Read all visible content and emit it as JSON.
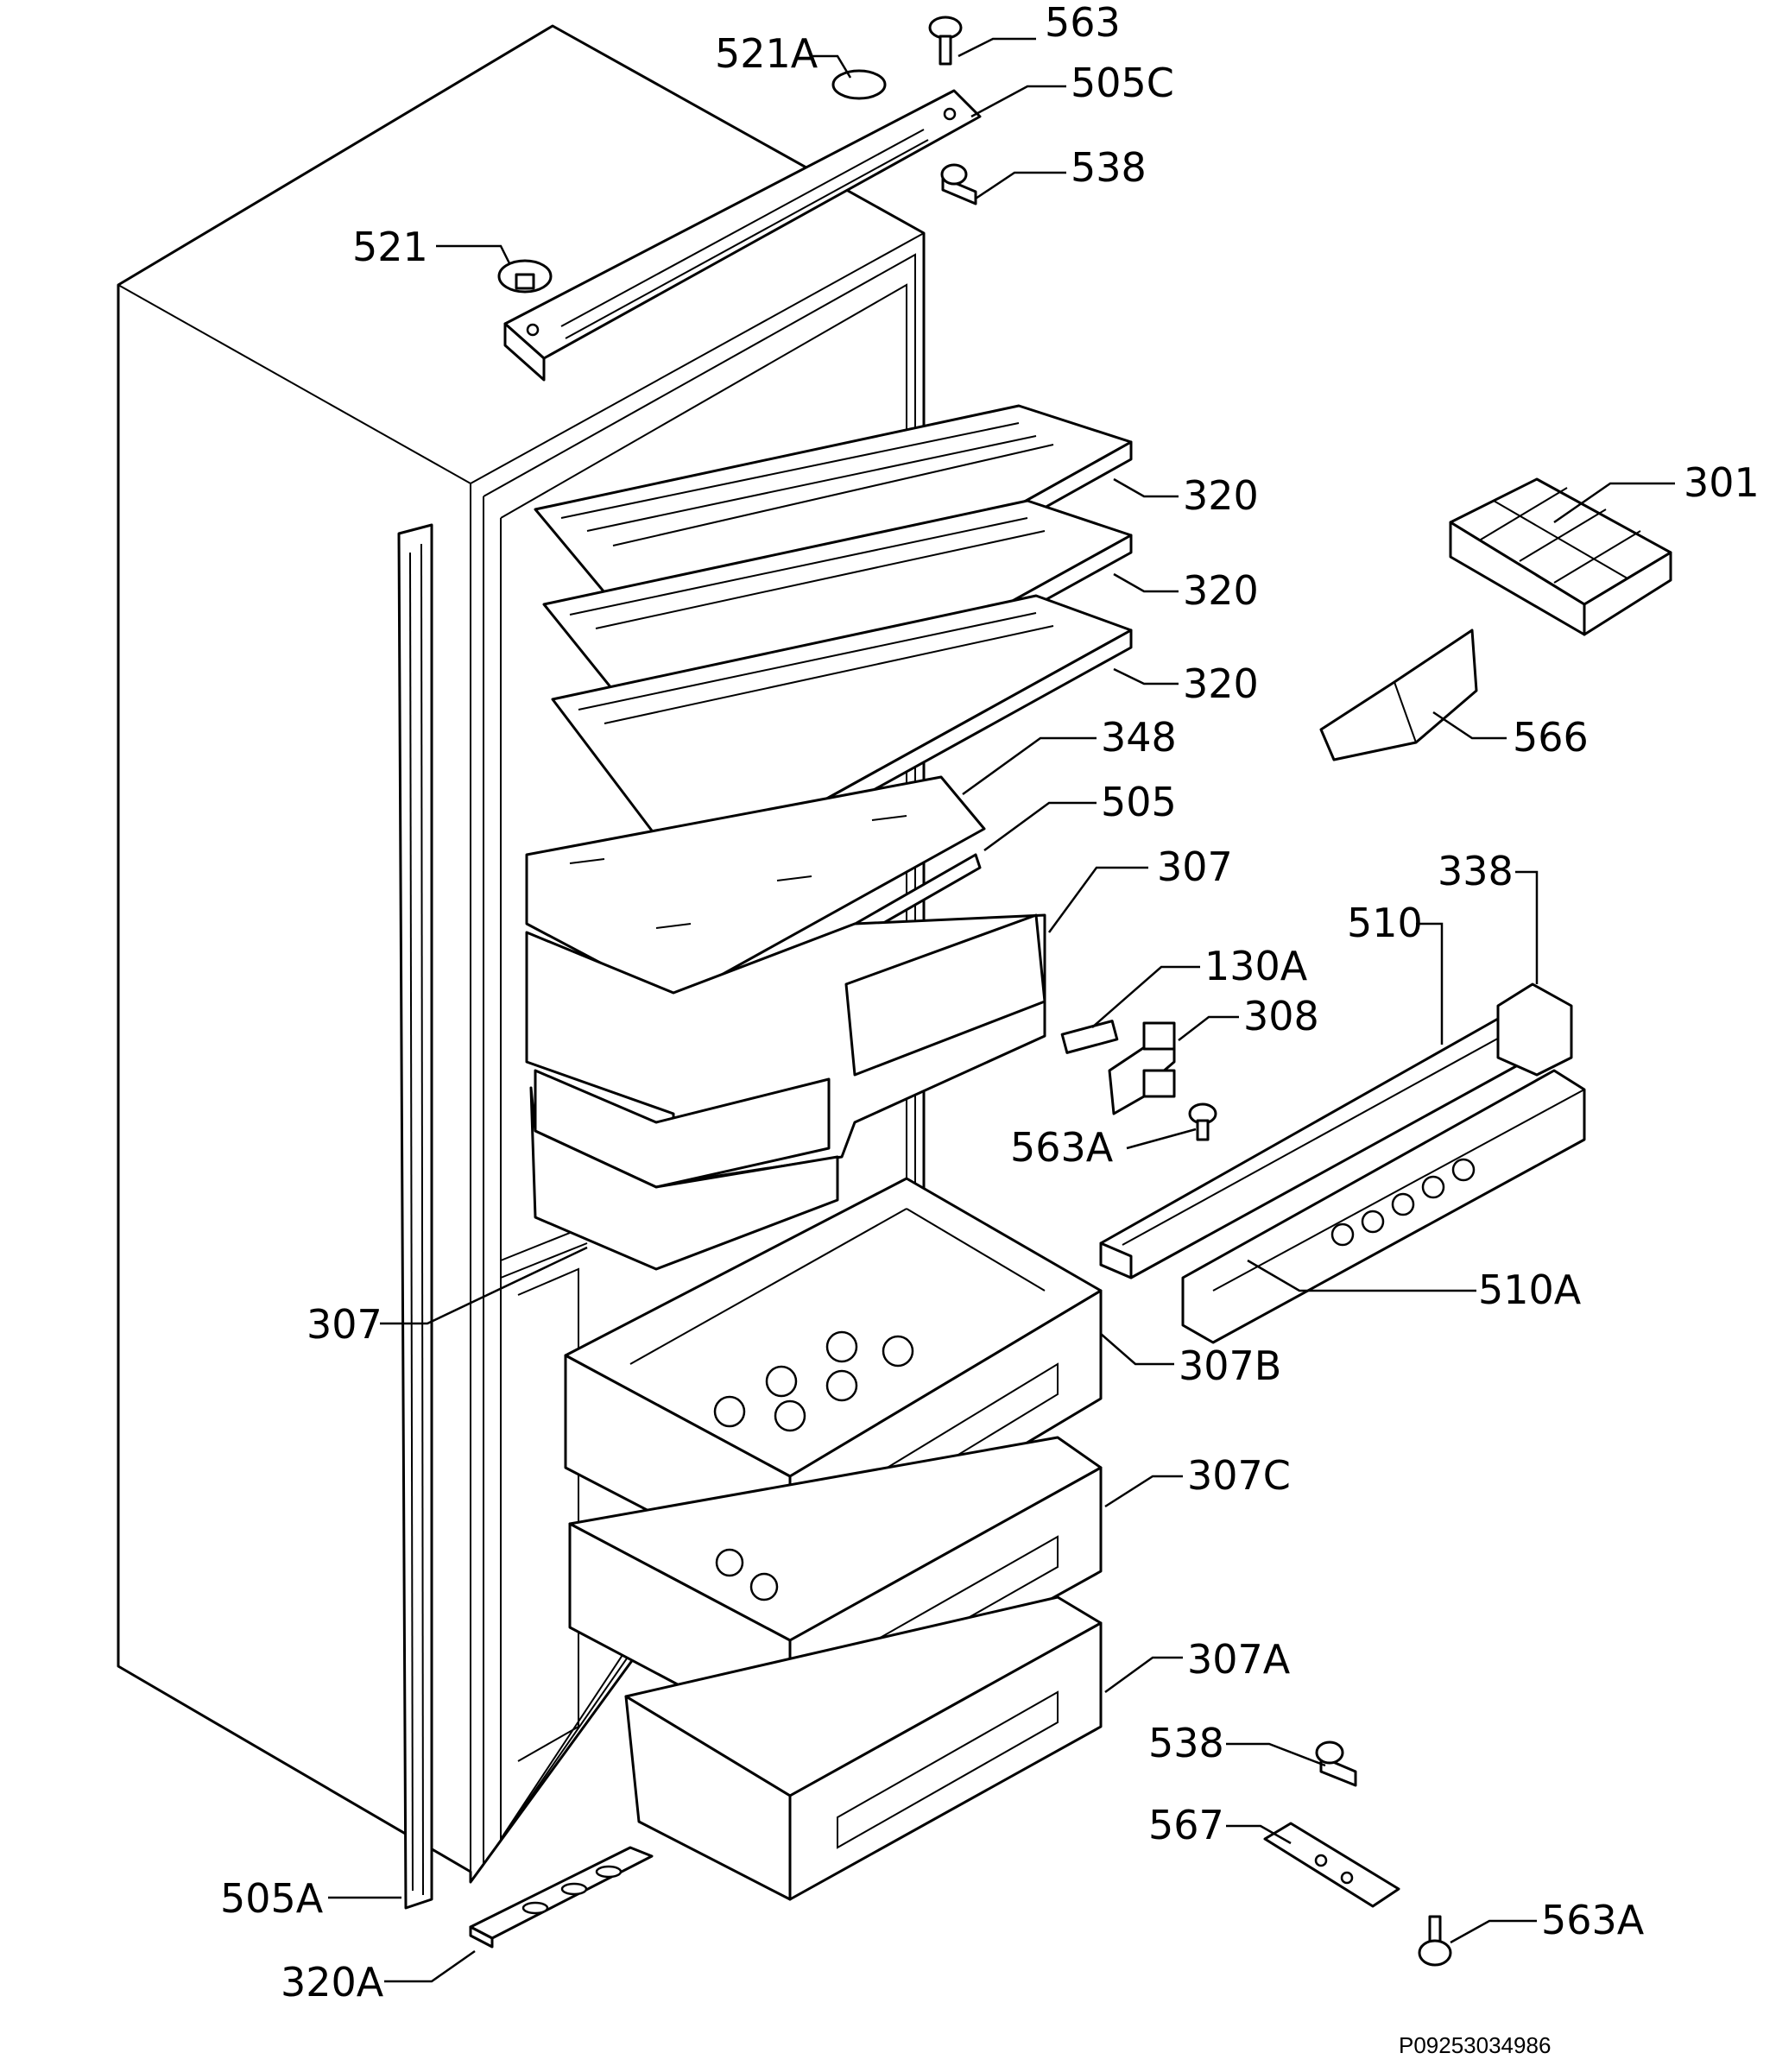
{
  "reference": "P09253034986",
  "labels": {
    "p563_top": "563",
    "p521A": "521A",
    "p505C": "505C",
    "p538_top": "538",
    "p521": "521",
    "p320_1": "320",
    "p320_2": "320",
    "p320_3": "320",
    "p301": "301",
    "p566": "566",
    "p348": "348",
    "p505": "505",
    "p307_upper": "307",
    "p338": "338",
    "p510": "510",
    "p130A": "130A",
    "p308": "308",
    "p563A_mid": "563A",
    "p510A": "510A",
    "p307_left": "307",
    "p307B": "307B",
    "p307C": "307C",
    "p307A": "307A",
    "p538_bottom": "538",
    "p567": "567",
    "p505A": "505A",
    "p563A_bottom": "563A",
    "p320A": "320A"
  }
}
